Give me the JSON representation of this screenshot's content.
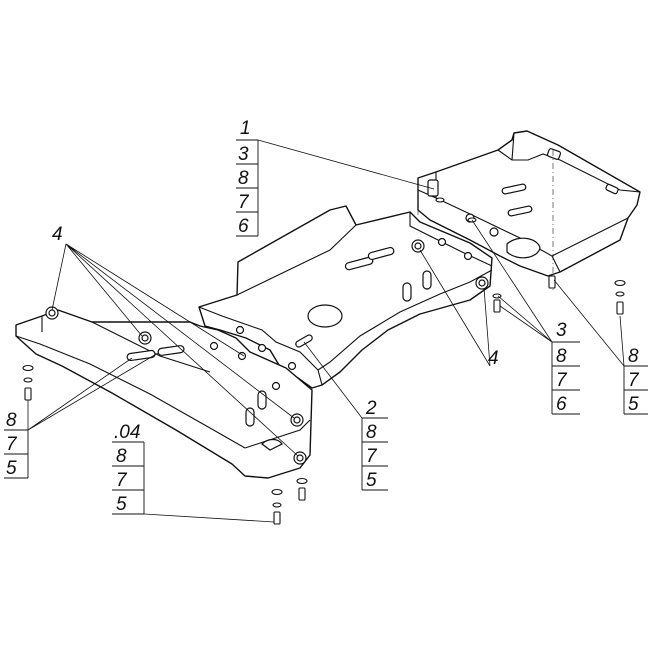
{
  "diagram": {
    "callouts": [
      {
        "id": "group-top-left",
        "items": [
          "1",
          "3",
          "8",
          "7",
          "6"
        ]
      },
      {
        "id": "label-4-left",
        "items": [
          "4"
        ]
      },
      {
        "id": "group-left-8-7-5",
        "items": [
          "8",
          "7",
          "5"
        ]
      },
      {
        "id": "group-04",
        "items": [
          ".04",
          "8",
          "7",
          "5"
        ]
      },
      {
        "id": "group-2",
        "items": [
          "2",
          "8",
          "7",
          "5"
        ]
      },
      {
        "id": "group-right-3",
        "items": [
          "3",
          "8",
          "7",
          "6"
        ]
      },
      {
        "id": "label-4-right",
        "items": [
          "4"
        ]
      },
      {
        "id": "group-far-right",
        "items": [
          "8",
          "7",
          "5"
        ]
      }
    ]
  }
}
